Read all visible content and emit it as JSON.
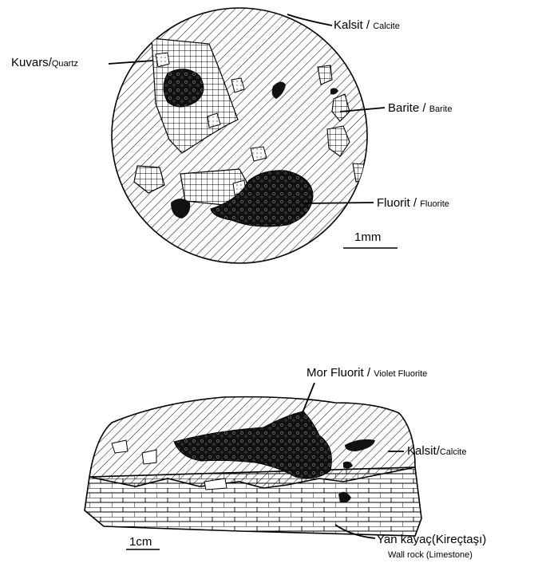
{
  "labels": {
    "calcite_top": {
      "tr": "Kalsit",
      "en": "Calcite"
    },
    "quartz": {
      "tr": "Kuvars",
      "en": "Quartz"
    },
    "barite": {
      "tr": "Barite",
      "en": "Barite"
    },
    "fluorite": {
      "tr": "Fluorit",
      "en": "Fluorite"
    },
    "scale_top": "1mm",
    "violet_fluorite": {
      "tr": "Mor Fluorit",
      "en": "Violet Fluorite"
    },
    "calcite_bottom": {
      "tr": "Kalsit",
      "en": "Calcite"
    },
    "wall_rock": {
      "tr": "Yan kayaç(Kireçtaşı)",
      "en": "Wall rock (Limestone)"
    },
    "scale_bottom": "1cm"
  }
}
